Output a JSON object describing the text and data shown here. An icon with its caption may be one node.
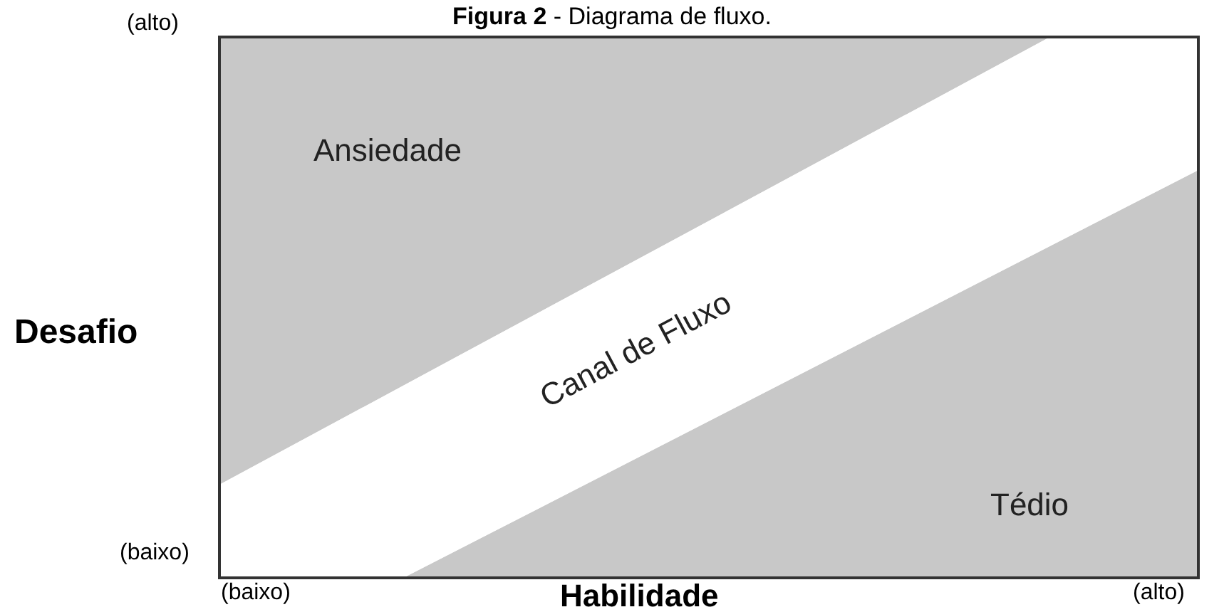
{
  "diagram": {
    "title": "**Figura 2** - Diagrama de fluxo.",
    "nodes": [
      {
        "text": [
          "Ansiedade"
        ]
      },
      {
        "text": [
          "Canal de Fluxo"
        ]
      },
      {
        "text": [
          "Tédio"
        ]
      }
    ],
    "labels": [
      "(alto)",
      "Desafio",
      "(baixo)",
      "(baixo)",
      "Habilidade",
      "(alto)"
    ]
  }
}
